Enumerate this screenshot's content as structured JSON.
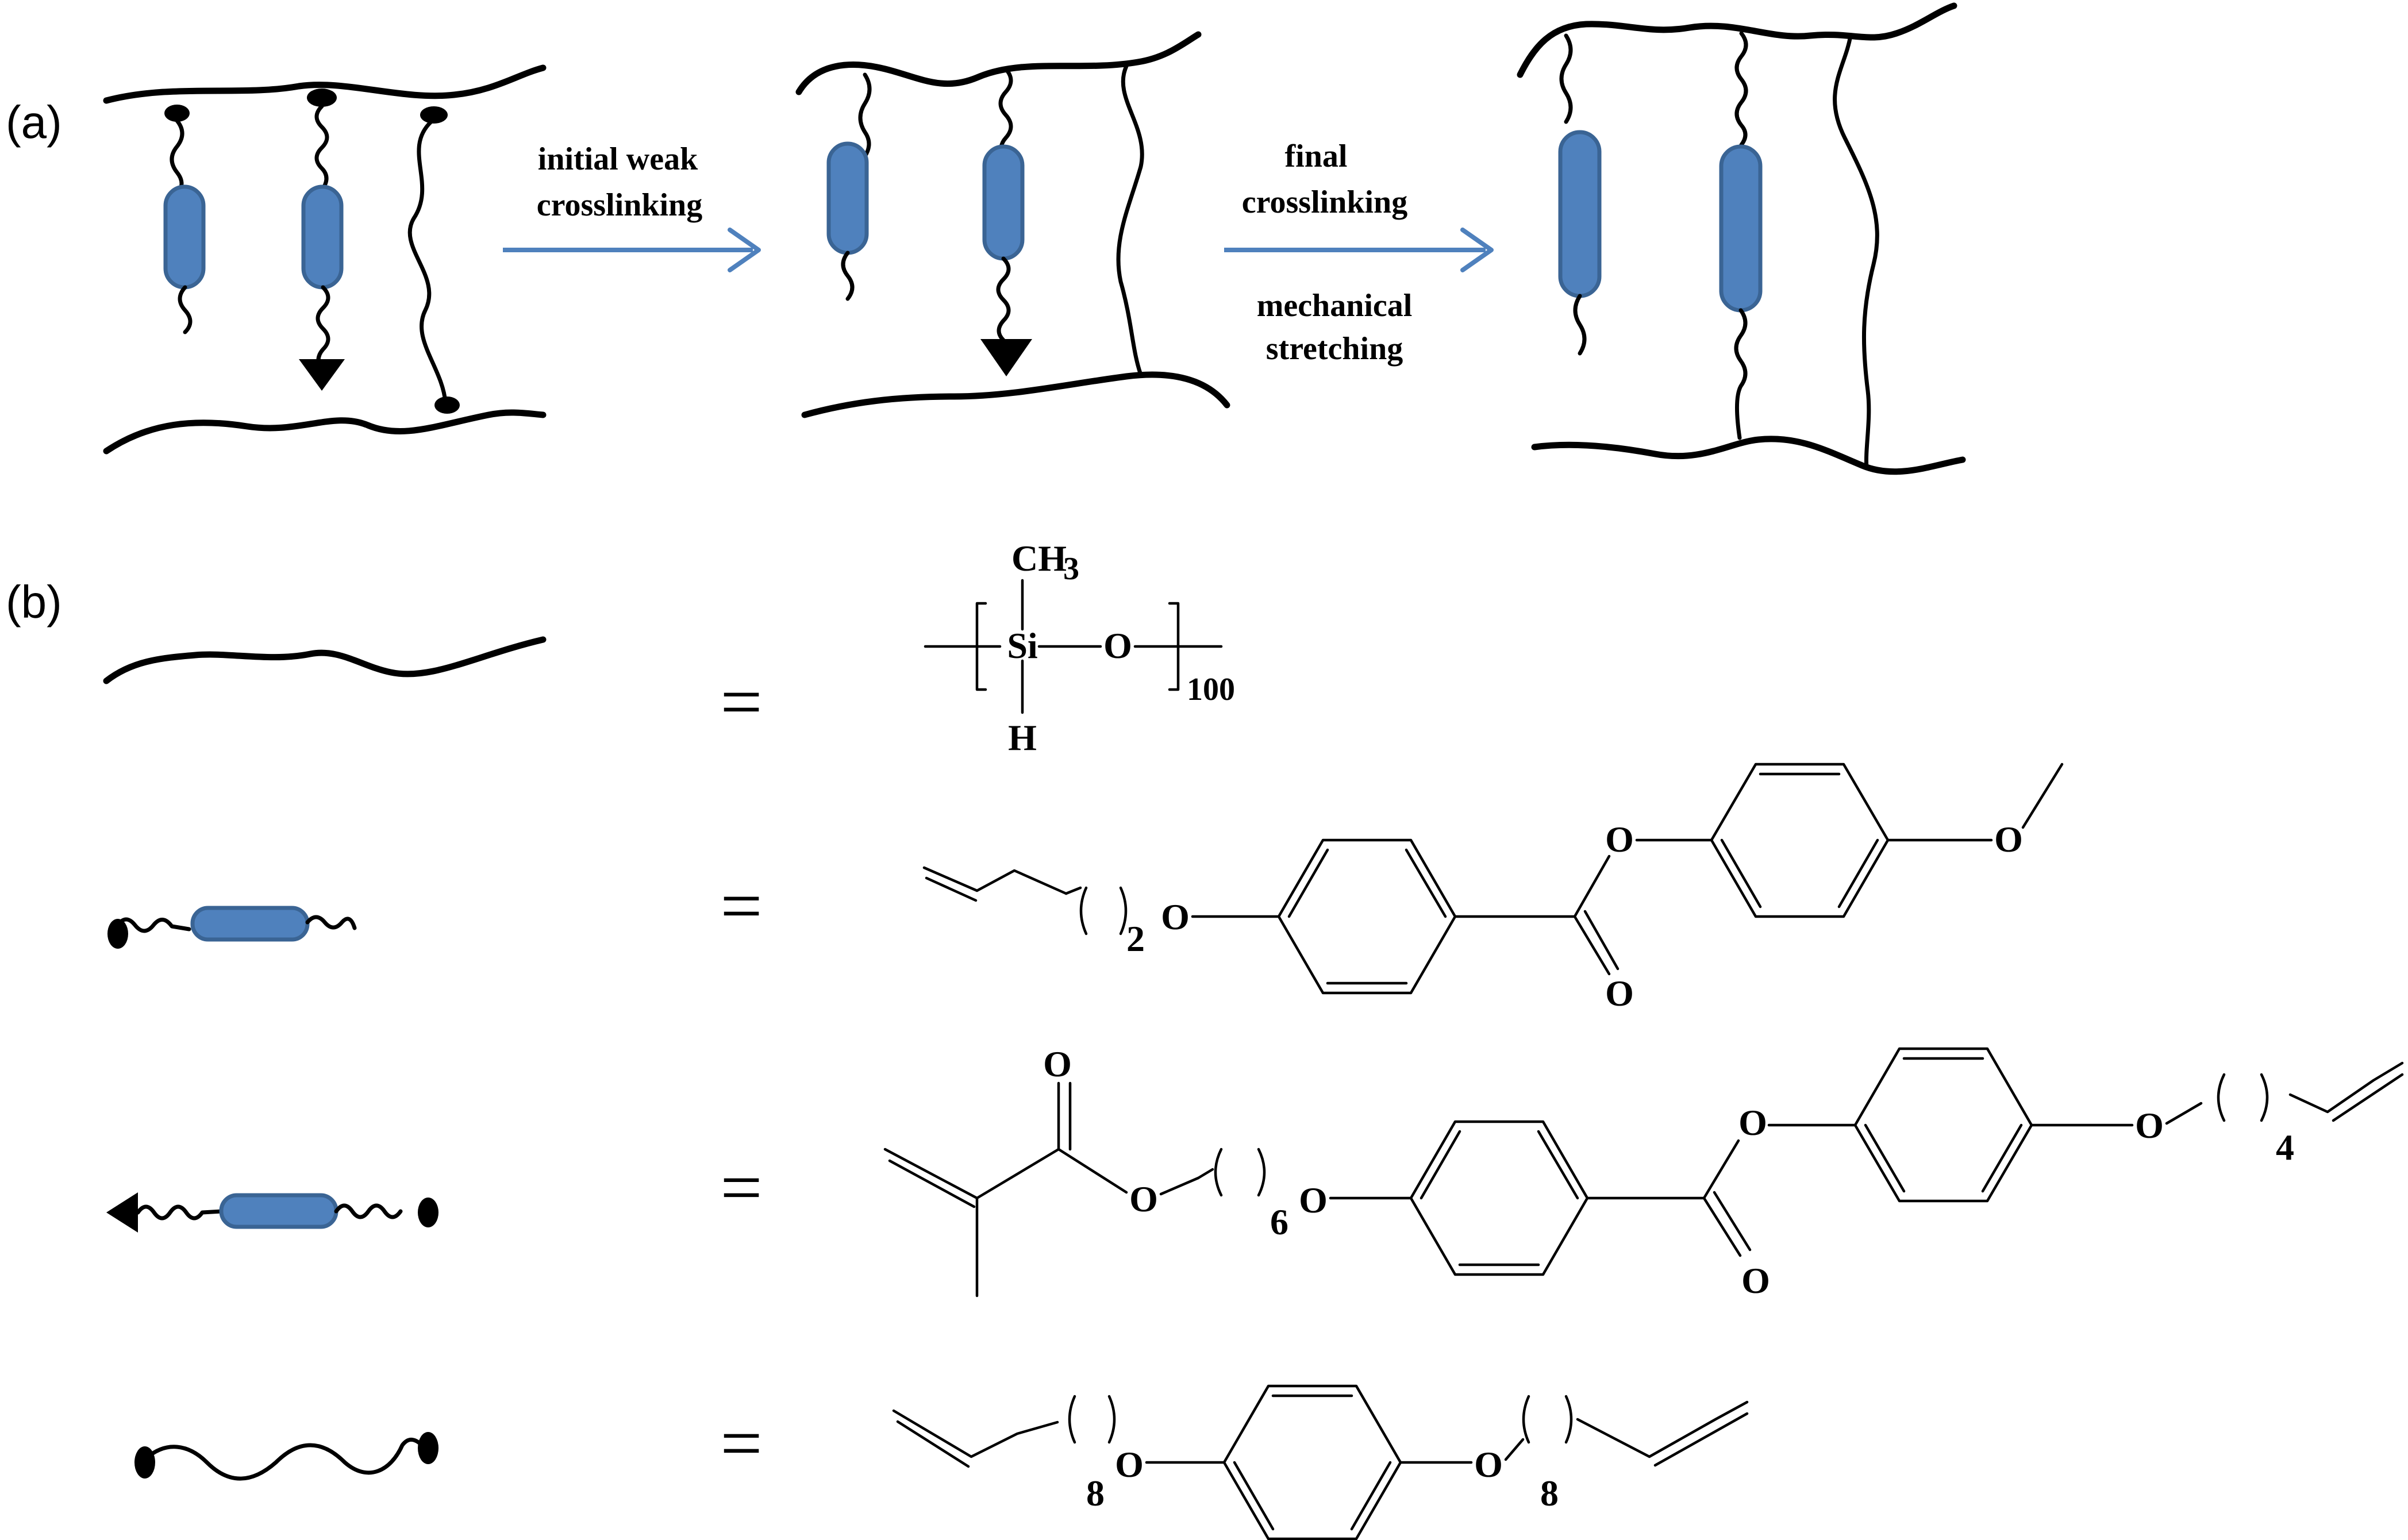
{
  "panels": {
    "a_label": "(a)",
    "b_label": "(b)"
  },
  "steps": {
    "step1_line1": "initial weak",
    "step1_line2": "crosslinking",
    "step2_line1": "final",
    "step2_line2": "crosslinking",
    "step2_line3": "mechanical",
    "step2_line4": "stretching"
  },
  "legend": {
    "equals": "=",
    "siloxane": {
      "methyl": "CH",
      "methyl_sub": "3",
      "si": "Si",
      "o": "O",
      "h": "H",
      "repeat": "100"
    },
    "mesogen_monomer": {
      "n": "2",
      "ether_o": "O",
      "ester_o": "O",
      "carbonyl_o": "O",
      "methoxy_o": "O"
    },
    "crosslinker_mesogen": {
      "carbonyl_o": "O",
      "ester_o": "O",
      "n1": "6",
      "ether_o1": "O",
      "ester2_o": "O",
      "carbonyl2_o": "O",
      "ether_o2": "O",
      "n2": "4"
    },
    "flexible_crosslinker": {
      "n1": "8",
      "o1": "O",
      "o2": "O",
      "n2": "8"
    }
  },
  "colors": {
    "mesogen_fill": "#4f81bd",
    "mesogen_stroke": "#3a6494",
    "arrow": "#4f81bd"
  }
}
